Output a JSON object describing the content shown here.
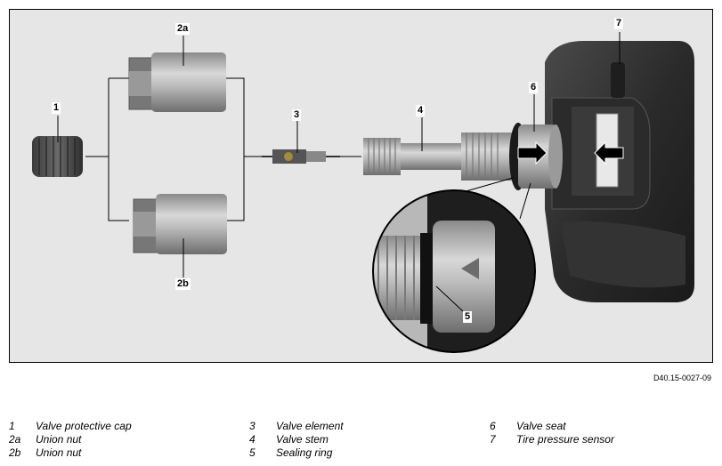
{
  "callouts": {
    "c1": "1",
    "c2a": "2a",
    "c2b": "2b",
    "c3": "3",
    "c4": "4",
    "c5": "5",
    "c6": "6",
    "c7": "7"
  },
  "doc_id": "D40.15-0027-09",
  "legend": {
    "columns": [
      [
        {
          "num": "1",
          "text": "Valve protective cap"
        },
        {
          "num": "2a",
          "text": "Union nut"
        },
        {
          "num": "2b",
          "text": "Union nut"
        }
      ],
      [
        {
          "num": "3",
          "text": "Valve element"
        },
        {
          "num": "4",
          "text": "Valve stem"
        },
        {
          "num": "5",
          "text": "Sealing ring"
        }
      ],
      [
        {
          "num": "6",
          "text": "Valve seat"
        },
        {
          "num": "7",
          "text": "Tire pressure sensor"
        }
      ]
    ]
  }
}
